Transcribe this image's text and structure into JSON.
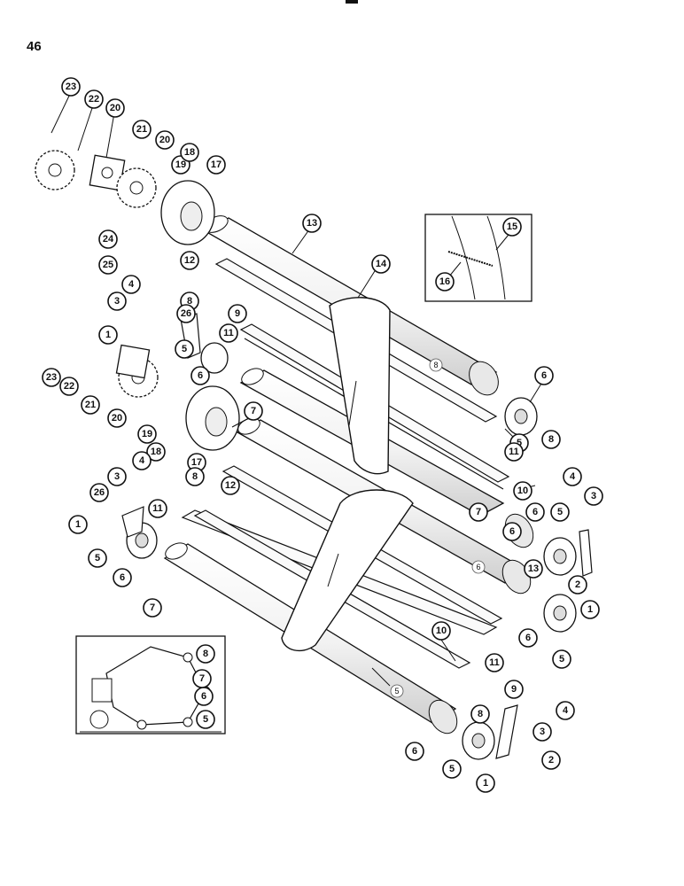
{
  "page": {
    "number": "46"
  },
  "roller_marks": [
    {
      "id": "mark-roller-8",
      "label": "8"
    },
    {
      "id": "mark-roller-7",
      "label": "7"
    },
    {
      "id": "mark-roller-6",
      "label": "6"
    },
    {
      "id": "mark-roller-5",
      "label": "5"
    }
  ],
  "callouts": [
    "23",
    "22",
    "20",
    "21",
    "20",
    "19",
    "18",
    "17",
    "13",
    "14",
    "15",
    "16",
    "24",
    "25",
    "12",
    "4",
    "3",
    "8",
    "9",
    "26",
    "1",
    "5",
    "11",
    "23",
    "22",
    "21",
    "6",
    "20",
    "19",
    "18",
    "17",
    "7",
    "6",
    "5",
    "11",
    "8",
    "4",
    "3",
    "8",
    "12",
    "10",
    "7",
    "6",
    "5",
    "4",
    "3",
    "26",
    "1",
    "11",
    "5",
    "6",
    "7",
    "13",
    "6",
    "2",
    "1",
    "10",
    "6",
    "5",
    "11",
    "9",
    "4",
    "8",
    "3",
    "6",
    "5",
    "2",
    "1",
    "8",
    "7",
    "6",
    "5"
  ],
  "colors": {
    "ink": "#111111",
    "roller_fill": "#f4f4f4",
    "belt_fill": "#ffffff",
    "paper": "#ffffff"
  }
}
